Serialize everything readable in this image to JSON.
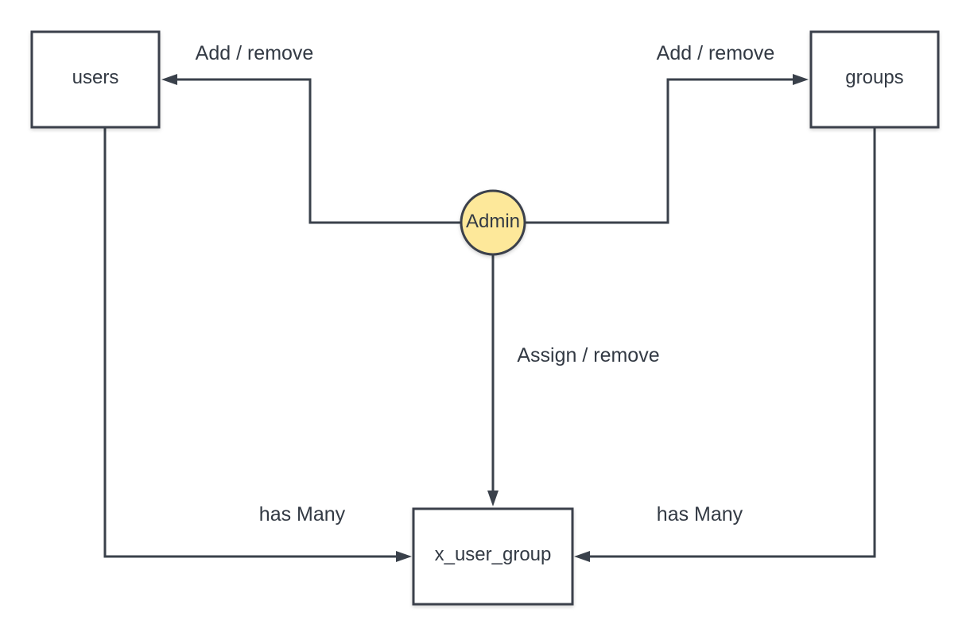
{
  "colors": {
    "stroke": "#3a414b",
    "text": "#333a44",
    "actor_fill": "#fde89a",
    "box_fill": "#ffffff"
  },
  "nodes": {
    "users": "users",
    "groups": "groups",
    "x_user_group": "x_user_group",
    "admin": "Admin"
  },
  "edges": {
    "admin_to_users": "Add / remove",
    "admin_to_groups": "Add / remove",
    "admin_to_x_user_group": "Assign / remove",
    "users_to_x_user_group": "has Many",
    "groups_to_x_user_group": "has Many"
  }
}
